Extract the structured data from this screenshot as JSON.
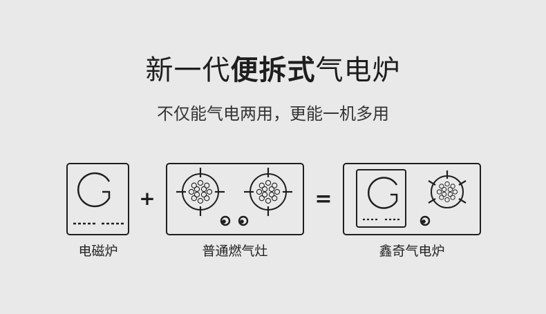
{
  "header": {
    "title_part1": "新一代",
    "title_bold": "便拆式",
    "title_part2": "气电炉",
    "subtitle": "不仅能气电两用，更能一机多用"
  },
  "equation": {
    "plus": "+",
    "equals": "=",
    "items": [
      {
        "label": "电磁炉",
        "icon": "induction-cooker-icon"
      },
      {
        "label": "普通燃气灶",
        "icon": "gas-stove-icon"
      },
      {
        "label": "鑫奇气电炉",
        "icon": "gas-electric-stove-icon"
      }
    ]
  },
  "colors": {
    "background": "#e9e9e9",
    "ink": "#1e1e1e"
  }
}
